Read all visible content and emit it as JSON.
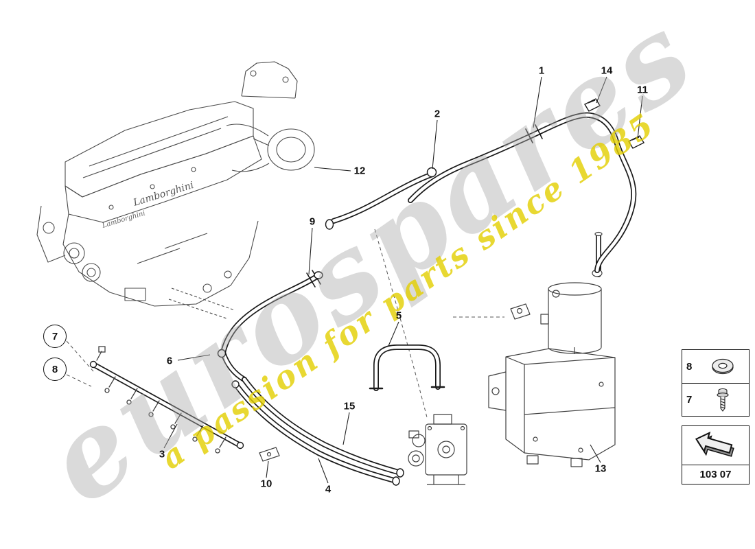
{
  "watermark": {
    "brand": "eurospares",
    "tagline": "a passion for parts since 1985",
    "brand_color": "#a8a8a8",
    "tagline_color": "#e3cf00"
  },
  "diagram": {
    "engine_badge": "Lamborghini"
  },
  "callouts": [
    {
      "label": "1"
    },
    {
      "label": "2"
    },
    {
      "label": "3"
    },
    {
      "label": "4"
    },
    {
      "label": "5"
    },
    {
      "label": "6"
    },
    {
      "label": "9"
    },
    {
      "label": "10"
    },
    {
      "label": "11"
    },
    {
      "label": "12"
    },
    {
      "label": "13"
    },
    {
      "label": "14"
    },
    {
      "label": "15"
    }
  ],
  "circled_callouts": [
    {
      "label": "7"
    },
    {
      "label": "8"
    }
  ],
  "legend": {
    "items": [
      {
        "label": "8",
        "icon": "washer-icon"
      },
      {
        "label": "7",
        "icon": "screw-icon"
      }
    ]
  },
  "page_code": {
    "label": "103 07",
    "icon": "direction-arrow-icon"
  }
}
